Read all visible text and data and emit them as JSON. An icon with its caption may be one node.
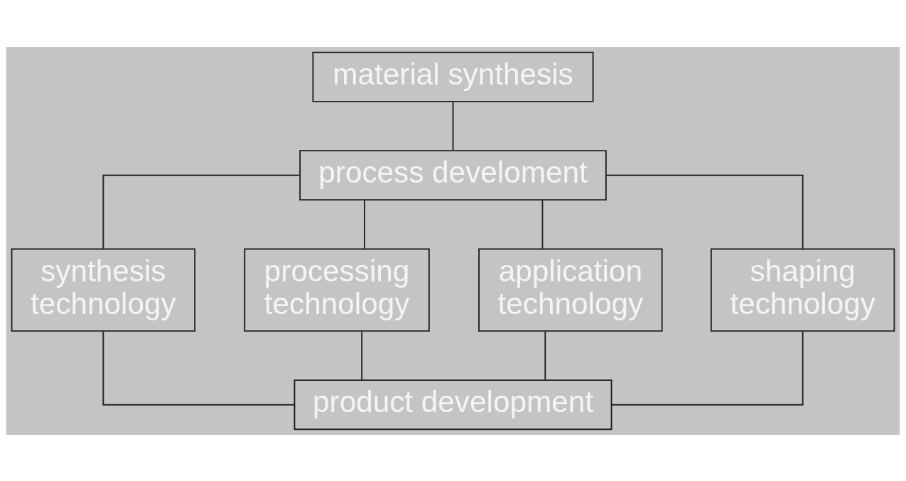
{
  "diagram": {
    "nodes": [
      {
        "text": [
          "material synthesis"
        ]
      },
      {
        "text": [
          "process develoment"
        ]
      },
      {
        "text": [
          "synthesis technology"
        ]
      },
      {
        "text": [
          "processing technology"
        ]
      },
      {
        "text": [
          "application technology"
        ]
      },
      {
        "text": [
          "shaping technology"
        ]
      },
      {
        "text": [
          "product development"
        ]
      }
    ],
    "edges": [
      {
        "from": 0,
        "to": 1,
        "arrow": "none"
      },
      {
        "from": 1,
        "to": 2,
        "arrow": "none"
      },
      {
        "from": 1,
        "to": 3,
        "arrow": "none"
      },
      {
        "from": 1,
        "to": 4,
        "arrow": "none"
      },
      {
        "from": 1,
        "to": 5,
        "arrow": "none"
      },
      {
        "from": 2,
        "to": 6,
        "arrow": "none"
      },
      {
        "from": 3,
        "to": 6,
        "arrow": "none"
      },
      {
        "from": 4,
        "to": 6,
        "arrow": "none"
      },
      {
        "from": 5,
        "to": 6,
        "arrow": "none"
      }
    ]
  }
}
